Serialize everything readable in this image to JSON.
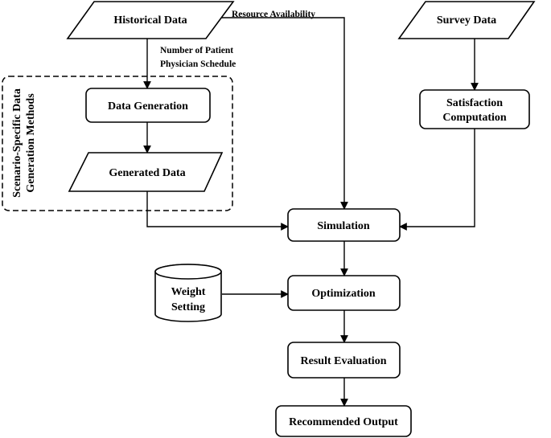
{
  "nodes": {
    "historical_data": "Historical Data",
    "survey_data": "Survey Data",
    "data_generation": "Data Generation",
    "generated_data": "Generated Data",
    "satisfaction_line1": "Satisfaction",
    "satisfaction_line2": "Computation",
    "simulation": "Simulation",
    "weight_line1": "Weight",
    "weight_line2": "Setting",
    "optimization": "Optimization",
    "result_evaluation": "Result Evaluation",
    "recommended_output": "Recommended Output"
  },
  "edge_labels": {
    "resource_availability": "Resource Availability",
    "num_patient": "Number of Patient",
    "physician_schedule": "Physician Schedule"
  },
  "group": {
    "title_line1": "Scenario-Specific Data",
    "title_line2": "Generation Methods"
  }
}
